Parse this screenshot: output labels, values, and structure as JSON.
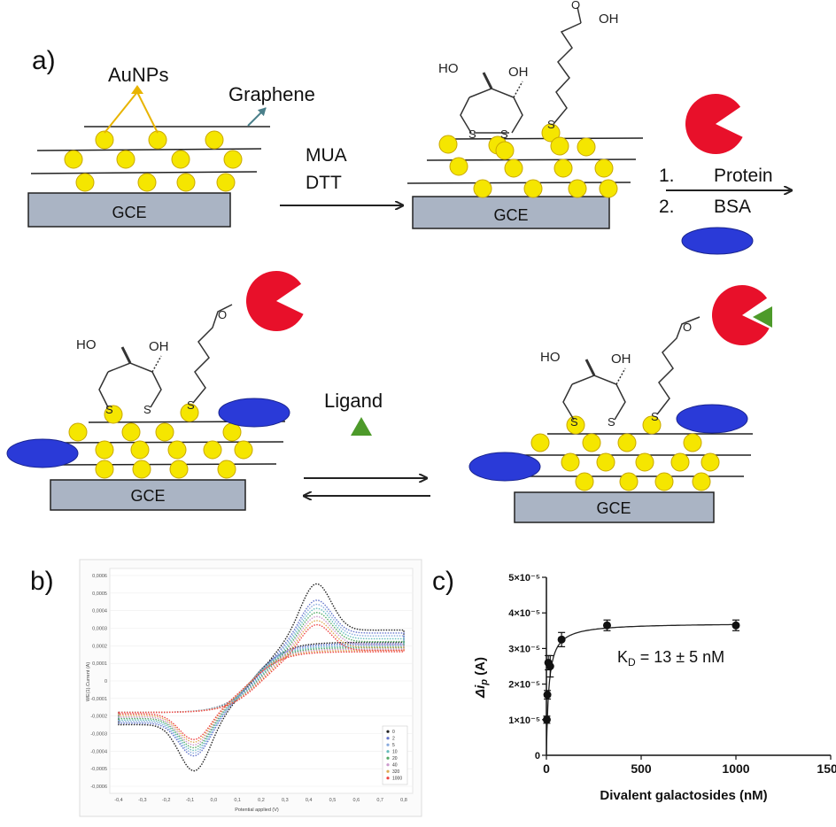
{
  "panels": {
    "a": "a)",
    "b": "b)",
    "c": "c)"
  },
  "scheme": {
    "electrode_label": "GCE",
    "aunps_label": "AuNPs",
    "graphene_label": "Graphene",
    "step1": {
      "line1": "MUA",
      "line2": "DTT"
    },
    "step2": {
      "line1_num": "1.",
      "line1_text": "Protein",
      "line2_num": "2.",
      "line2_text": "BSA"
    },
    "ligand_label": "Ligand",
    "chem": {
      "ho": "HO",
      "oh": "OH",
      "s": "S",
      "o": "O"
    }
  },
  "colors": {
    "gold": "#f5e600",
    "gold_stroke": "#c9a800",
    "electrode": "#aab4c4",
    "protein": "#e8102a",
    "bsa": "#2a3ad8",
    "ligand": "#4d9a2a",
    "arrow": "#222222"
  },
  "cv_plot": {
    "ylabel": "WE(1).Current (A)",
    "xlabel": "Potential applied (V)",
    "yticks": [
      "0,0006",
      "0,0005",
      "0,0004",
      "0,0003",
      "0,0002",
      "0,0001",
      "0",
      "-0,0001",
      "-0,0002",
      "-0,0003",
      "-0,0004",
      "-0,0005",
      "-0,0006"
    ],
    "xticks": [
      "-0,4",
      "-0,3",
      "-0,2",
      "-0,1",
      "0,0",
      "0,1",
      "0,2",
      "0,3",
      "0,4",
      "0,5",
      "0,6",
      "0,7",
      "0,8"
    ],
    "legend": [
      "0",
      "2",
      "5",
      "10",
      "20",
      "40",
      "320",
      "1000"
    ],
    "legend_colors": [
      "#222222",
      "#6677cc",
      "#88aadd",
      "#66bbbb",
      "#55aa66",
      "#cc99cc",
      "#ddaa55",
      "#ee4444"
    ]
  },
  "chart_data": {
    "type": "scatter",
    "xlabel": "Divalent galactosides (nM)",
    "ylabel": "Δi_p (A)",
    "xlim": [
      0,
      1500
    ],
    "ylim": [
      0,
      5e-05
    ],
    "xticks": [
      "0",
      "500",
      "1000",
      "1500"
    ],
    "yticks": [
      "0",
      "1×10⁻⁵",
      "2×10⁻⁵",
      "3×10⁻⁵",
      "4×10⁻⁵",
      "5×10⁻⁵"
    ],
    "annotation": "KD = 13 ± 5 nM",
    "points": [
      {
        "x": 2,
        "y": 1e-05,
        "err": 1e-06
      },
      {
        "x": 5,
        "y": 1.7e-05,
        "err": 1.2e-06
      },
      {
        "x": 10,
        "y": 2.6e-05,
        "err": 2e-06
      },
      {
        "x": 20,
        "y": 2.5e-05,
        "err": 3e-06
      },
      {
        "x": 80,
        "y": 3.25e-05,
        "err": 2e-06
      },
      {
        "x": 320,
        "y": 3.65e-05,
        "err": 1.5e-06
      },
      {
        "x": 1000,
        "y": 3.65e-05,
        "err": 1.5e-06
      }
    ],
    "fit": {
      "model": "binding",
      "bmax": 3.72e-05,
      "kd": 13
    }
  }
}
